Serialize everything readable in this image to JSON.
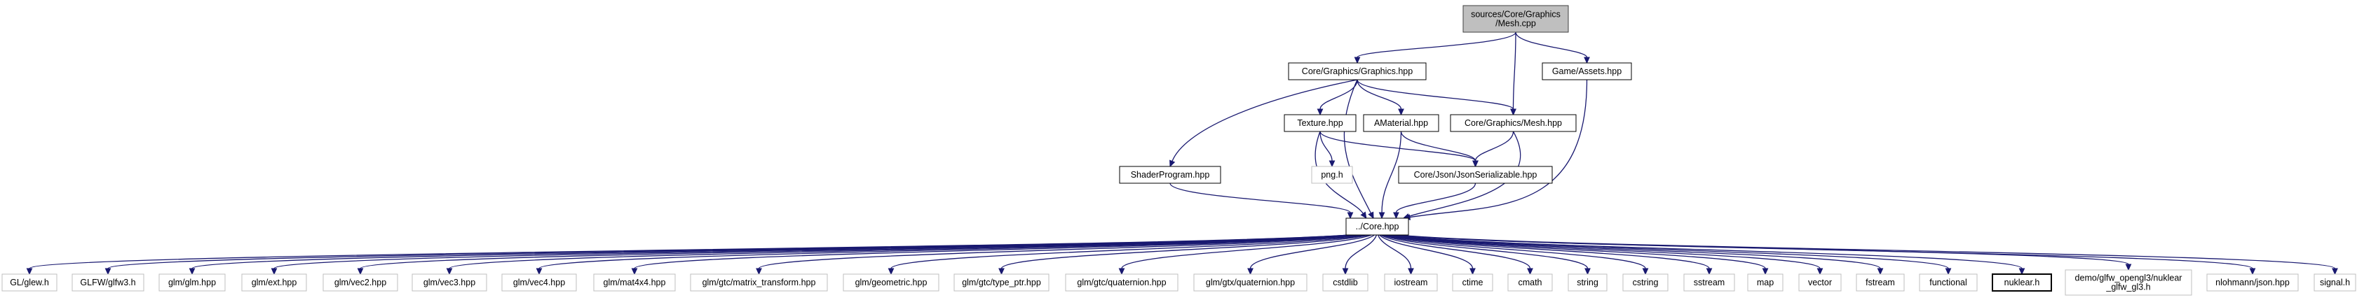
{
  "nodes": [
    {
      "id": "mesh_cpp",
      "lines": [
        "sources/Core/Graphics",
        "/Mesh.cpp"
      ],
      "style": "root"
    },
    {
      "id": "graphics_hpp",
      "lines": [
        "Core/Graphics/Graphics.hpp"
      ],
      "style": "normal"
    },
    {
      "id": "assets_hpp",
      "lines": [
        "Game/Assets.hpp"
      ],
      "style": "normal"
    },
    {
      "id": "texture_hpp",
      "lines": [
        "Texture.hpp"
      ],
      "style": "normal"
    },
    {
      "id": "amaterial_hpp",
      "lines": [
        "AMaterial.hpp"
      ],
      "style": "normal"
    },
    {
      "id": "mesh_hpp",
      "lines": [
        "Core/Graphics/Mesh.hpp"
      ],
      "style": "normal"
    },
    {
      "id": "png_h",
      "lines": [
        "png.h"
      ],
      "style": "external"
    },
    {
      "id": "jsonser_hpp",
      "lines": [
        "Core/Json/JsonSerializable.hpp"
      ],
      "style": "normal"
    },
    {
      "id": "shader_hpp",
      "lines": [
        "ShaderProgram.hpp"
      ],
      "style": "normal"
    },
    {
      "id": "core_hpp",
      "lines": [
        "../Core.hpp"
      ],
      "style": "normal"
    },
    {
      "id": "glew_h",
      "lines": [
        "GL/glew.h"
      ],
      "style": "external"
    },
    {
      "id": "glfw3_h",
      "lines": [
        "GLFW/glfw3.h"
      ],
      "style": "external"
    },
    {
      "id": "glm_hpp",
      "lines": [
        "glm/glm.hpp"
      ],
      "style": "external"
    },
    {
      "id": "ext_hpp",
      "lines": [
        "glm/ext.hpp"
      ],
      "style": "external"
    },
    {
      "id": "vec2_hpp",
      "lines": [
        "glm/vec2.hpp"
      ],
      "style": "external"
    },
    {
      "id": "vec3_hpp",
      "lines": [
        "glm/vec3.hpp"
      ],
      "style": "external"
    },
    {
      "id": "vec4_hpp",
      "lines": [
        "glm/vec4.hpp"
      ],
      "style": "external"
    },
    {
      "id": "mat4x4_hpp",
      "lines": [
        "glm/mat4x4.hpp"
      ],
      "style": "external"
    },
    {
      "id": "matrix_transform_hpp",
      "lines": [
        "glm/gtc/matrix_transform.hpp"
      ],
      "style": "external"
    },
    {
      "id": "geometric_hpp",
      "lines": [
        "glm/geometric.hpp"
      ],
      "style": "external"
    },
    {
      "id": "type_ptr_hpp",
      "lines": [
        "glm/gtc/type_ptr.hpp"
      ],
      "style": "external"
    },
    {
      "id": "gtc_quat_hpp",
      "lines": [
        "glm/gtc/quaternion.hpp"
      ],
      "style": "external"
    },
    {
      "id": "gtx_quat_hpp",
      "lines": [
        "glm/gtx/quaternion.hpp"
      ],
      "style": "external"
    },
    {
      "id": "cstdlib",
      "lines": [
        "cstdlib"
      ],
      "style": "external"
    },
    {
      "id": "iostream",
      "lines": [
        "iostream"
      ],
      "style": "external"
    },
    {
      "id": "ctime",
      "lines": [
        "ctime"
      ],
      "style": "external"
    },
    {
      "id": "cmath",
      "lines": [
        "cmath"
      ],
      "style": "external"
    },
    {
      "id": "string",
      "lines": [
        "string"
      ],
      "style": "external"
    },
    {
      "id": "cstring",
      "lines": [
        "cstring"
      ],
      "style": "external"
    },
    {
      "id": "sstream",
      "lines": [
        "sstream"
      ],
      "style": "external"
    },
    {
      "id": "map",
      "lines": [
        "map"
      ],
      "style": "external"
    },
    {
      "id": "vector",
      "lines": [
        "vector"
      ],
      "style": "external"
    },
    {
      "id": "fstream",
      "lines": [
        "fstream"
      ],
      "style": "external"
    },
    {
      "id": "functional",
      "lines": [
        "functional"
      ],
      "style": "external"
    },
    {
      "id": "nuklear_h",
      "lines": [
        "nuklear.h"
      ],
      "style": "normal"
    },
    {
      "id": "glfw_nuklear_h",
      "lines": [
        "demo/glfw_opengl3/nuklear",
        "_glfw_gl3.h"
      ],
      "style": "external"
    },
    {
      "id": "json_hpp",
      "lines": [
        "nlohmann/json.hpp"
      ],
      "style": "external"
    },
    {
      "id": "signal_h",
      "lines": [
        "signal.h"
      ],
      "style": "external"
    }
  ],
  "edges": [
    [
      "mesh_cpp",
      "graphics_hpp"
    ],
    [
      "mesh_cpp",
      "mesh_hpp"
    ],
    [
      "mesh_cpp",
      "assets_hpp"
    ],
    [
      "graphics_hpp",
      "shader_hpp"
    ],
    [
      "graphics_hpp",
      "core_hpp"
    ],
    [
      "graphics_hpp",
      "texture_hpp"
    ],
    [
      "graphics_hpp",
      "amaterial_hpp"
    ],
    [
      "graphics_hpp",
      "mesh_hpp"
    ],
    [
      "assets_hpp",
      "core_hpp"
    ],
    [
      "texture_hpp",
      "png_h"
    ],
    [
      "texture_hpp",
      "core_hpp"
    ],
    [
      "texture_hpp",
      "jsonser_hpp"
    ],
    [
      "amaterial_hpp",
      "core_hpp"
    ],
    [
      "amaterial_hpp",
      "jsonser_hpp"
    ],
    [
      "mesh_hpp",
      "jsonser_hpp"
    ],
    [
      "mesh_hpp",
      "core_hpp"
    ],
    [
      "jsonser_hpp",
      "core_hpp"
    ],
    [
      "shader_hpp",
      "core_hpp"
    ],
    [
      "core_hpp",
      "glew_h"
    ],
    [
      "core_hpp",
      "glfw3_h"
    ],
    [
      "core_hpp",
      "glm_hpp"
    ],
    [
      "core_hpp",
      "ext_hpp"
    ],
    [
      "core_hpp",
      "vec2_hpp"
    ],
    [
      "core_hpp",
      "vec3_hpp"
    ],
    [
      "core_hpp",
      "vec4_hpp"
    ],
    [
      "core_hpp",
      "mat4x4_hpp"
    ],
    [
      "core_hpp",
      "matrix_transform_hpp"
    ],
    [
      "core_hpp",
      "geometric_hpp"
    ],
    [
      "core_hpp",
      "type_ptr_hpp"
    ],
    [
      "core_hpp",
      "gtc_quat_hpp"
    ],
    [
      "core_hpp",
      "gtx_quat_hpp"
    ],
    [
      "core_hpp",
      "cstdlib"
    ],
    [
      "core_hpp",
      "iostream"
    ],
    [
      "core_hpp",
      "ctime"
    ],
    [
      "core_hpp",
      "cmath"
    ],
    [
      "core_hpp",
      "string"
    ],
    [
      "core_hpp",
      "cstring"
    ],
    [
      "core_hpp",
      "sstream"
    ],
    [
      "core_hpp",
      "map"
    ],
    [
      "core_hpp",
      "vector"
    ],
    [
      "core_hpp",
      "fstream"
    ],
    [
      "core_hpp",
      "functional"
    ],
    [
      "core_hpp",
      "nuklear_h"
    ],
    [
      "core_hpp",
      "glfw_nuklear_h"
    ],
    [
      "core_hpp",
      "json_hpp"
    ],
    [
      "core_hpp",
      "signal_h"
    ]
  ],
  "colors": {
    "edge": "#191970",
    "root_fill": "#bfbfbf",
    "root_border": "#404040",
    "normal_border": "#000000",
    "external_border": "#bfbfbf",
    "text": "#000000"
  }
}
